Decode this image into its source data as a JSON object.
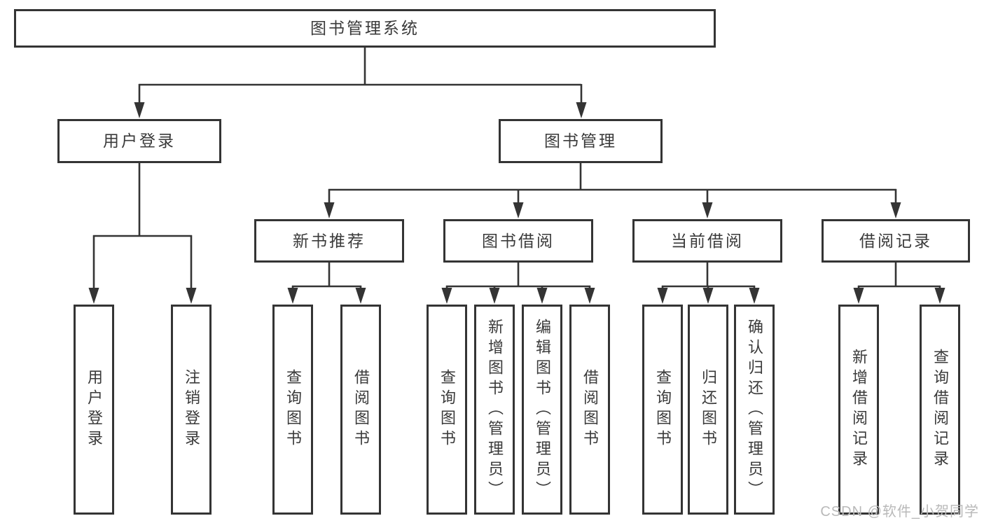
{
  "diagram": {
    "root": {
      "label": "图书管理系统"
    },
    "level2": [
      {
        "label": "用户登录"
      },
      {
        "label": "图书管理"
      }
    ],
    "level3": [
      {
        "label": "新书推荐"
      },
      {
        "label": "图书借阅"
      },
      {
        "label": "当前借阅"
      },
      {
        "label": "借阅记录"
      }
    ],
    "leaves": {
      "user_login": [
        "用户登录",
        "注销登录"
      ],
      "new_books": [
        "查询图书",
        "借阅图书"
      ],
      "book_borrow": [
        "查询图书",
        "新增图书（管理员）",
        "编辑图书（管理员）",
        "借阅图书"
      ],
      "current_borrow": [
        "查询图书",
        "归还图书",
        "确认归还（管理员）"
      ],
      "borrow_records": [
        "新增借阅记录",
        "查询借阅记录"
      ]
    }
  },
  "watermark": "CSDN @软件_小贺同学",
  "colors": {
    "line": "#343434",
    "text": "#3a3a3a",
    "background": "#ffffff",
    "watermark": "#b9b9b9"
  }
}
